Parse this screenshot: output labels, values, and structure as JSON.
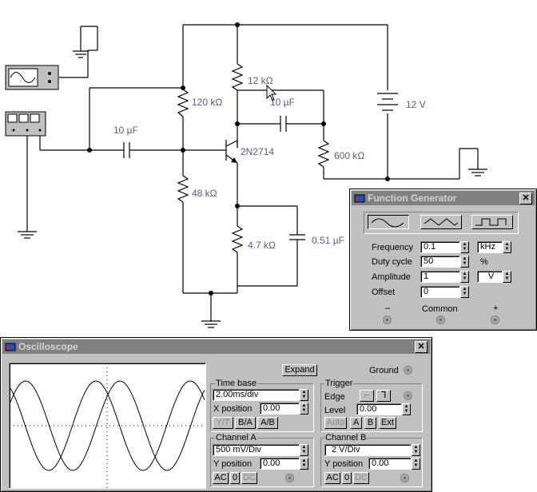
{
  "circuit": {
    "labels": {
      "r_collector": "12 kΩ",
      "r_bias_top": "120 kΩ",
      "c_feedback": "10 µF",
      "supply": "12 V",
      "c_input": "10 µF",
      "transistor": "2N2714",
      "r_load": "600 kΩ",
      "r_bias_bottom": "48 kΩ",
      "r_emitter": "4.7 kΩ",
      "c_emitter": "0.51 µF"
    }
  },
  "function_generator": {
    "title": "Function Generator",
    "waveforms": [
      "sine",
      "triangle",
      "square"
    ],
    "selected_waveform": "sine",
    "frequency": {
      "label": "Frequency",
      "value": "0.1",
      "unit": "kHz"
    },
    "duty_cycle": {
      "label": "Duty cycle",
      "value": "50",
      "unit": "%"
    },
    "amplitude": {
      "label": "Amplitude",
      "value": "1",
      "unit": "V"
    },
    "offset": {
      "label": "Offset",
      "value": "0"
    },
    "terminals": {
      "minus": "–",
      "common": "Common",
      "plus": "+"
    }
  },
  "oscilloscope": {
    "title": "Oscilloscope",
    "expand_label": "Expand",
    "ground_label": "Ground",
    "time_base": {
      "title": "Time base",
      "value": "2.00ms/div",
      "x_position_label": "X position",
      "x_position": "0.00",
      "modes": [
        "Y/T",
        "B/A",
        "A/B"
      ]
    },
    "trigger": {
      "title": "Trigger",
      "edge_label": "Edge",
      "level_label": "Level",
      "level": "0.00",
      "sources": [
        "Auto",
        "A",
        "B",
        "Ext"
      ]
    },
    "channel_a": {
      "title": "Channel A",
      "scale": "500 mV/Div",
      "y_position_label": "Y position",
      "y_position": "0.00",
      "coupling": [
        "AC",
        "0",
        "DC"
      ]
    },
    "channel_b": {
      "title": "Channel B",
      "scale": "2 V/Div",
      "y_position_label": "Y position",
      "y_position": "0.00",
      "coupling": [
        "AC",
        "0",
        "DC"
      ]
    }
  },
  "colors": {
    "window_face": "#c0c0c0",
    "title_inactive": "#808080",
    "component_label": "#5a5a86",
    "trace": "#000000"
  }
}
